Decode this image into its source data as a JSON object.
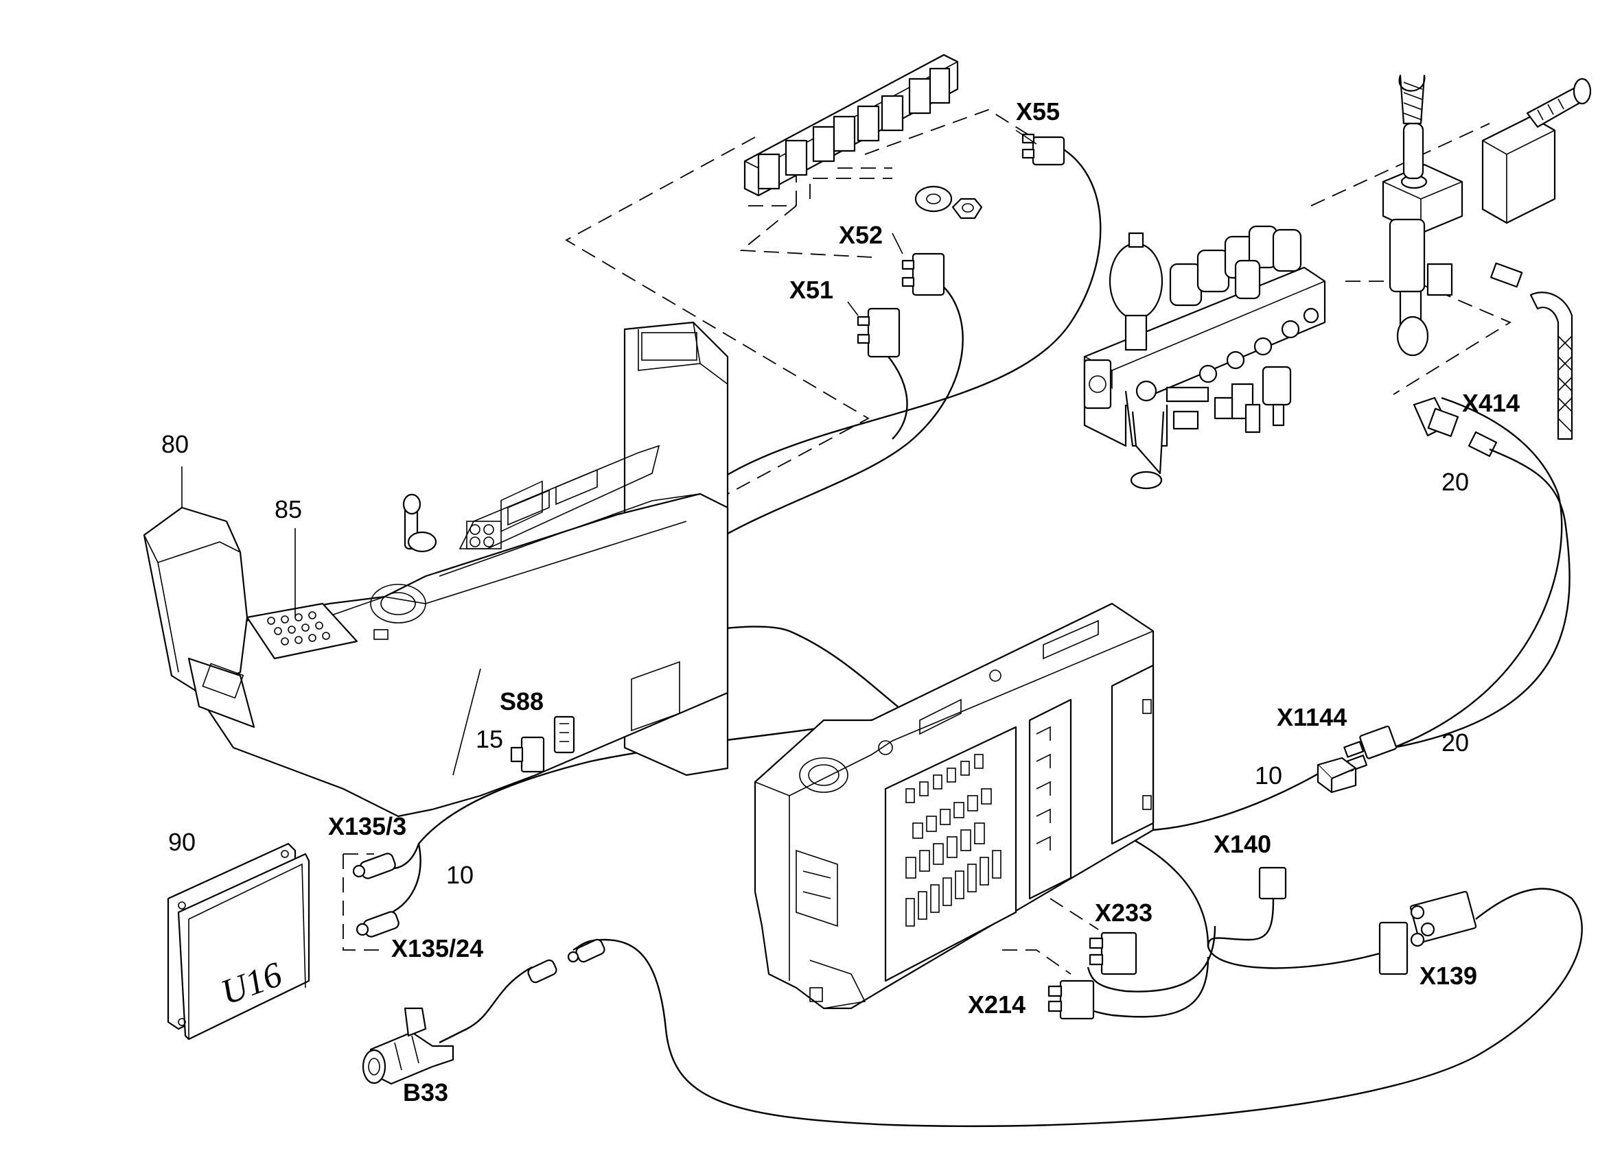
{
  "labels": {
    "x55": "X55",
    "x52": "X52",
    "x51": "X51",
    "x414": "X414",
    "n20a": "20",
    "n80": "80",
    "n85": "85",
    "s88": "S88",
    "n15": "15",
    "x1144": "X1144",
    "n20b": "20",
    "n10a": "10",
    "n90": "90",
    "x135_3": "X135/3",
    "n10b": "10",
    "x140": "X140",
    "x135_24": "X135/24",
    "x233": "X233",
    "x139": "X139",
    "x214": "X214",
    "b33": "B33"
  },
  "module_label": "U16"
}
